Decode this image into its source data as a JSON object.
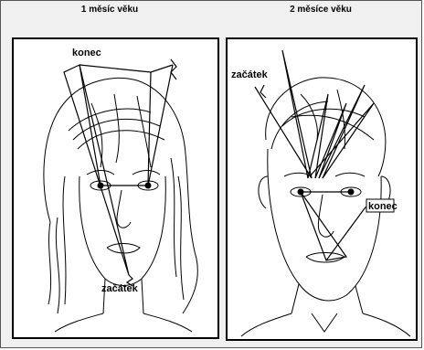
{
  "panels": [
    {
      "title": "1 měsíc věku",
      "label_end": "konec",
      "label_start": "začátek"
    },
    {
      "title": "2 měsíce věku",
      "label_start": "začátek",
      "label_end": "konec"
    }
  ]
}
